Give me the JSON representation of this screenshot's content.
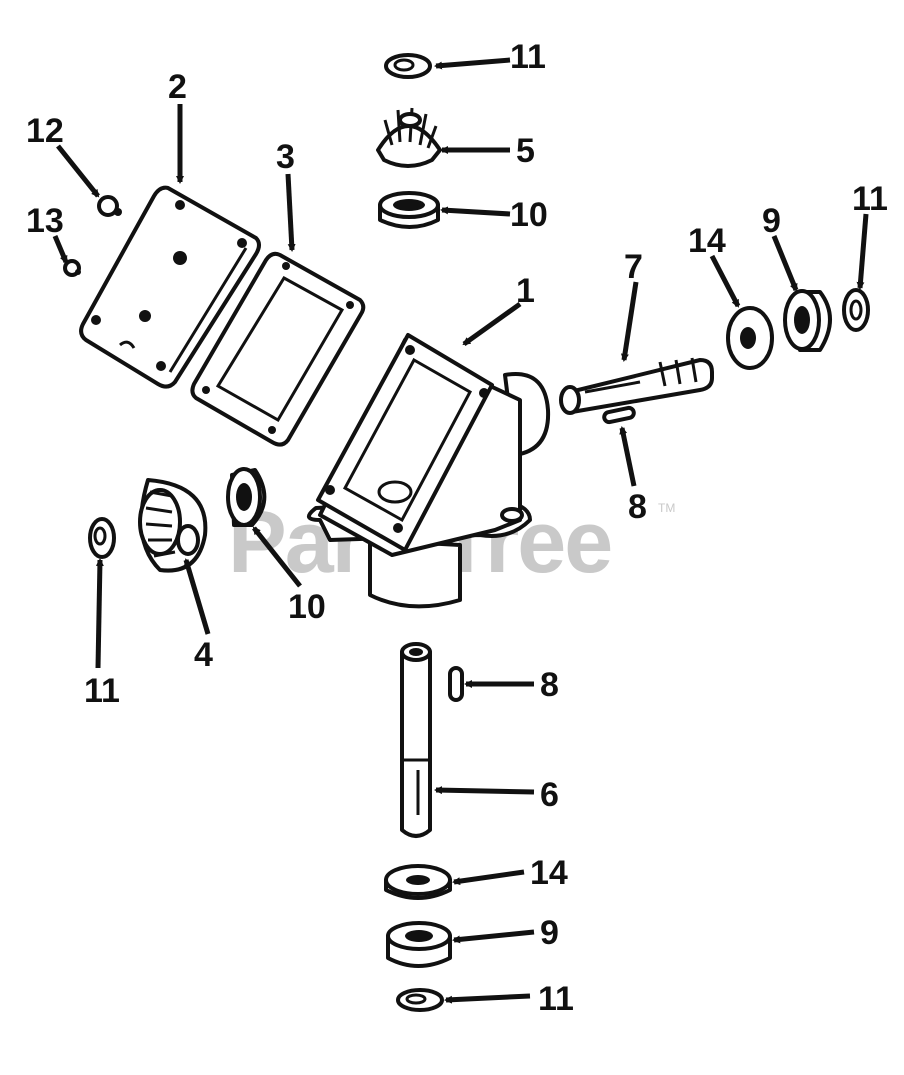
{
  "watermark": {
    "text": "PartsTree",
    "mark": "TM"
  },
  "callouts": [
    {
      "id": "c1",
      "num": "1"
    },
    {
      "id": "c2",
      "num": "2"
    },
    {
      "id": "c3",
      "num": "3"
    },
    {
      "id": "c4",
      "num": "4"
    },
    {
      "id": "c5",
      "num": "5"
    },
    {
      "id": "c6",
      "num": "6"
    },
    {
      "id": "c7",
      "num": "7"
    },
    {
      "id": "c8a",
      "num": "8"
    },
    {
      "id": "c8b",
      "num": "8"
    },
    {
      "id": "c9a",
      "num": "9"
    },
    {
      "id": "c9b",
      "num": "9"
    },
    {
      "id": "c10a",
      "num": "10"
    },
    {
      "id": "c10b",
      "num": "10"
    },
    {
      "id": "c11a",
      "num": "11"
    },
    {
      "id": "c11b",
      "num": "11"
    },
    {
      "id": "c11c",
      "num": "11"
    },
    {
      "id": "c11d",
      "num": "11"
    },
    {
      "id": "c12",
      "num": "12"
    },
    {
      "id": "c13",
      "num": "13"
    },
    {
      "id": "c14a",
      "num": "14"
    },
    {
      "id": "c14b",
      "num": "14"
    }
  ]
}
